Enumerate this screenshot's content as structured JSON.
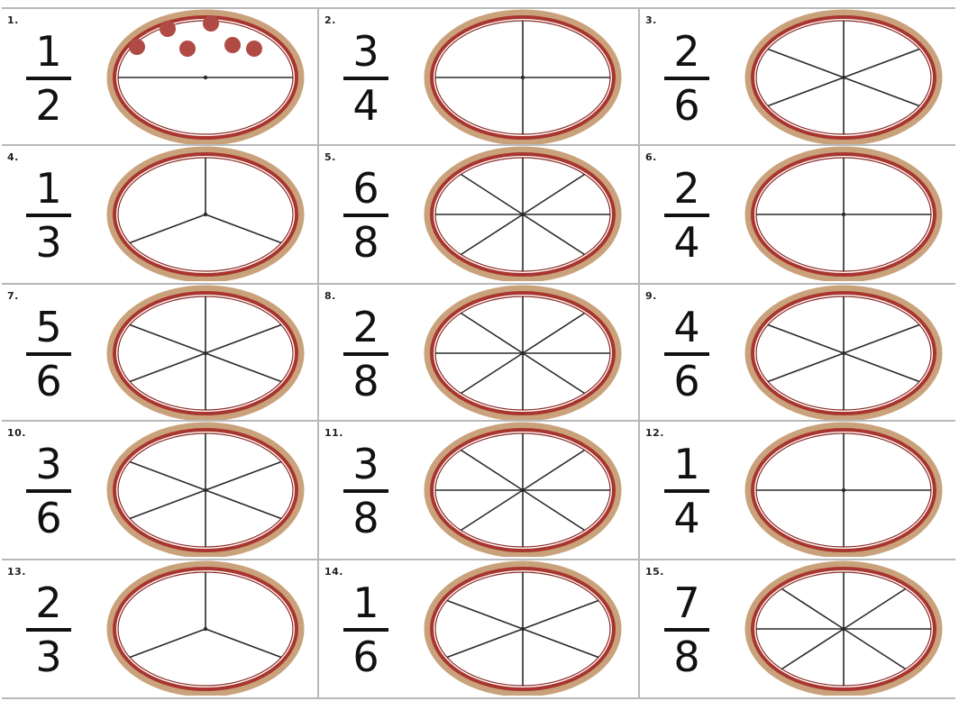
{
  "colors": {
    "crust": "#c9a27c",
    "sauce": "#a9352f",
    "pepperoni": "#b04a44",
    "cut_line": "#2a2a2a",
    "grid_line": "#b8b8b8"
  },
  "problems": [
    {
      "label": "1.",
      "numerator": "1",
      "denominator": "2",
      "slices": 2,
      "toppings": true
    },
    {
      "label": "2.",
      "numerator": "3",
      "denominator": "4",
      "slices": 4,
      "toppings": false
    },
    {
      "label": "3.",
      "numerator": "2",
      "denominator": "6",
      "slices": 6,
      "toppings": false
    },
    {
      "label": "4.",
      "numerator": "1",
      "denominator": "3",
      "slices": 3,
      "toppings": false
    },
    {
      "label": "5.",
      "numerator": "6",
      "denominator": "8",
      "slices": 8,
      "toppings": false
    },
    {
      "label": "6.",
      "numerator": "2",
      "denominator": "4",
      "slices": 4,
      "toppings": false
    },
    {
      "label": "7.",
      "numerator": "5",
      "denominator": "6",
      "slices": 6,
      "toppings": false
    },
    {
      "label": "8.",
      "numerator": "2",
      "denominator": "8",
      "slices": 8,
      "toppings": false
    },
    {
      "label": "9.",
      "numerator": "4",
      "denominator": "6",
      "slices": 6,
      "toppings": false
    },
    {
      "label": "10.",
      "numerator": "3",
      "denominator": "6",
      "slices": 6,
      "toppings": false
    },
    {
      "label": "11.",
      "numerator": "3",
      "denominator": "8",
      "slices": 8,
      "toppings": false
    },
    {
      "label": "12.",
      "numerator": "1",
      "denominator": "4",
      "slices": 4,
      "toppings": false
    },
    {
      "label": "13.",
      "numerator": "2",
      "denominator": "3",
      "slices": 3,
      "toppings": false
    },
    {
      "label": "14.",
      "numerator": "1",
      "denominator": "6",
      "slices": 6,
      "toppings": false
    },
    {
      "label": "15.",
      "numerator": "7",
      "denominator": "8",
      "slices": 8,
      "toppings": false
    }
  ]
}
